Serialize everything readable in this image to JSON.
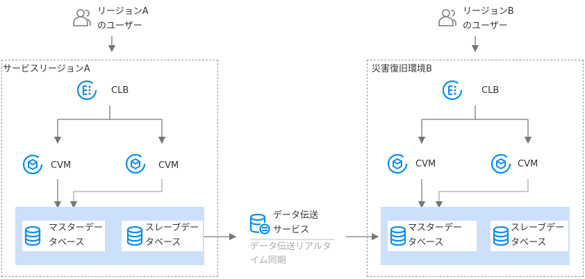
{
  "region_a": {
    "title": "サービスリージョンA",
    "users": [
      "リージョンA",
      "のユーザー"
    ],
    "clb": "CLB",
    "cvm1": "CVM",
    "cvm2": "CVM",
    "master_db": [
      "マスターデー",
      "タベース"
    ],
    "slave_db": [
      "スレーブデー",
      "タベース"
    ]
  },
  "dts": {
    "label": [
      "データ伝送",
      "サービス"
    ],
    "caption": [
      "データ伝送リアルタ",
      "イム同期"
    ]
  },
  "region_b": {
    "title": "災害復旧環境B",
    "users": [
      "リージョンB",
      "のユーザー"
    ],
    "clb": "CLB",
    "cvm1": "CVM",
    "cvm2": "CVM",
    "master_db": [
      "マスターデー",
      "タベース"
    ],
    "slave_db": [
      "スレーブデー",
      "タベース"
    ]
  },
  "colors": {
    "accent": "#0a8cf0",
    "db_area": "#cce0fb",
    "line": "#777777"
  }
}
